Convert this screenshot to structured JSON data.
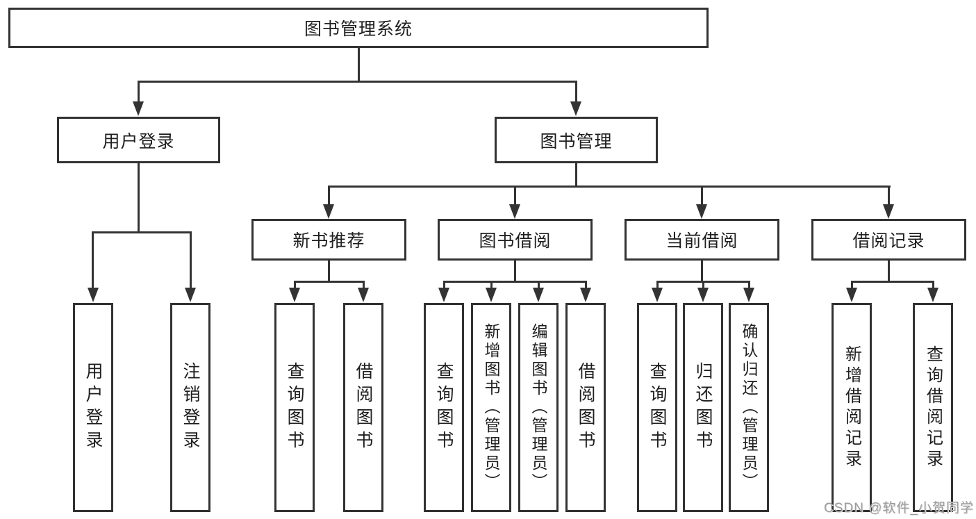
{
  "tree": {
    "root": {
      "label": "图书管理系统",
      "children": [
        {
          "label": "用户登录",
          "children": [
            {
              "label": "用户登录"
            },
            {
              "label": "注销登录"
            }
          ]
        },
        {
          "label": "图书管理",
          "children": [
            {
              "label": "新书推荐",
              "children": [
                {
                  "label": "查询图书"
                },
                {
                  "label": "借阅图书"
                }
              ]
            },
            {
              "label": "图书借阅",
              "children": [
                {
                  "label": "查询图书"
                },
                {
                  "label": "新增图书（管理员）"
                },
                {
                  "label": "编辑图书（管理员）"
                },
                {
                  "label": "借阅图书"
                }
              ]
            },
            {
              "label": "当前借阅",
              "children": [
                {
                  "label": "查询图书"
                },
                {
                  "label": "归还图书"
                },
                {
                  "label": "确认归还（管理员）"
                }
              ]
            },
            {
              "label": "借阅记录",
              "children": [
                {
                  "label": "新增借阅记录"
                },
                {
                  "label": "查询借阅记录"
                }
              ]
            }
          ]
        }
      ]
    }
  },
  "watermark": {
    "text": "CSDN @软件_小贺同学"
  },
  "colors": {
    "line": "#333333",
    "node_border": "#323232",
    "text": "#1e1e1e",
    "background": "#ffffff",
    "watermark": "#9d9d9d"
  }
}
